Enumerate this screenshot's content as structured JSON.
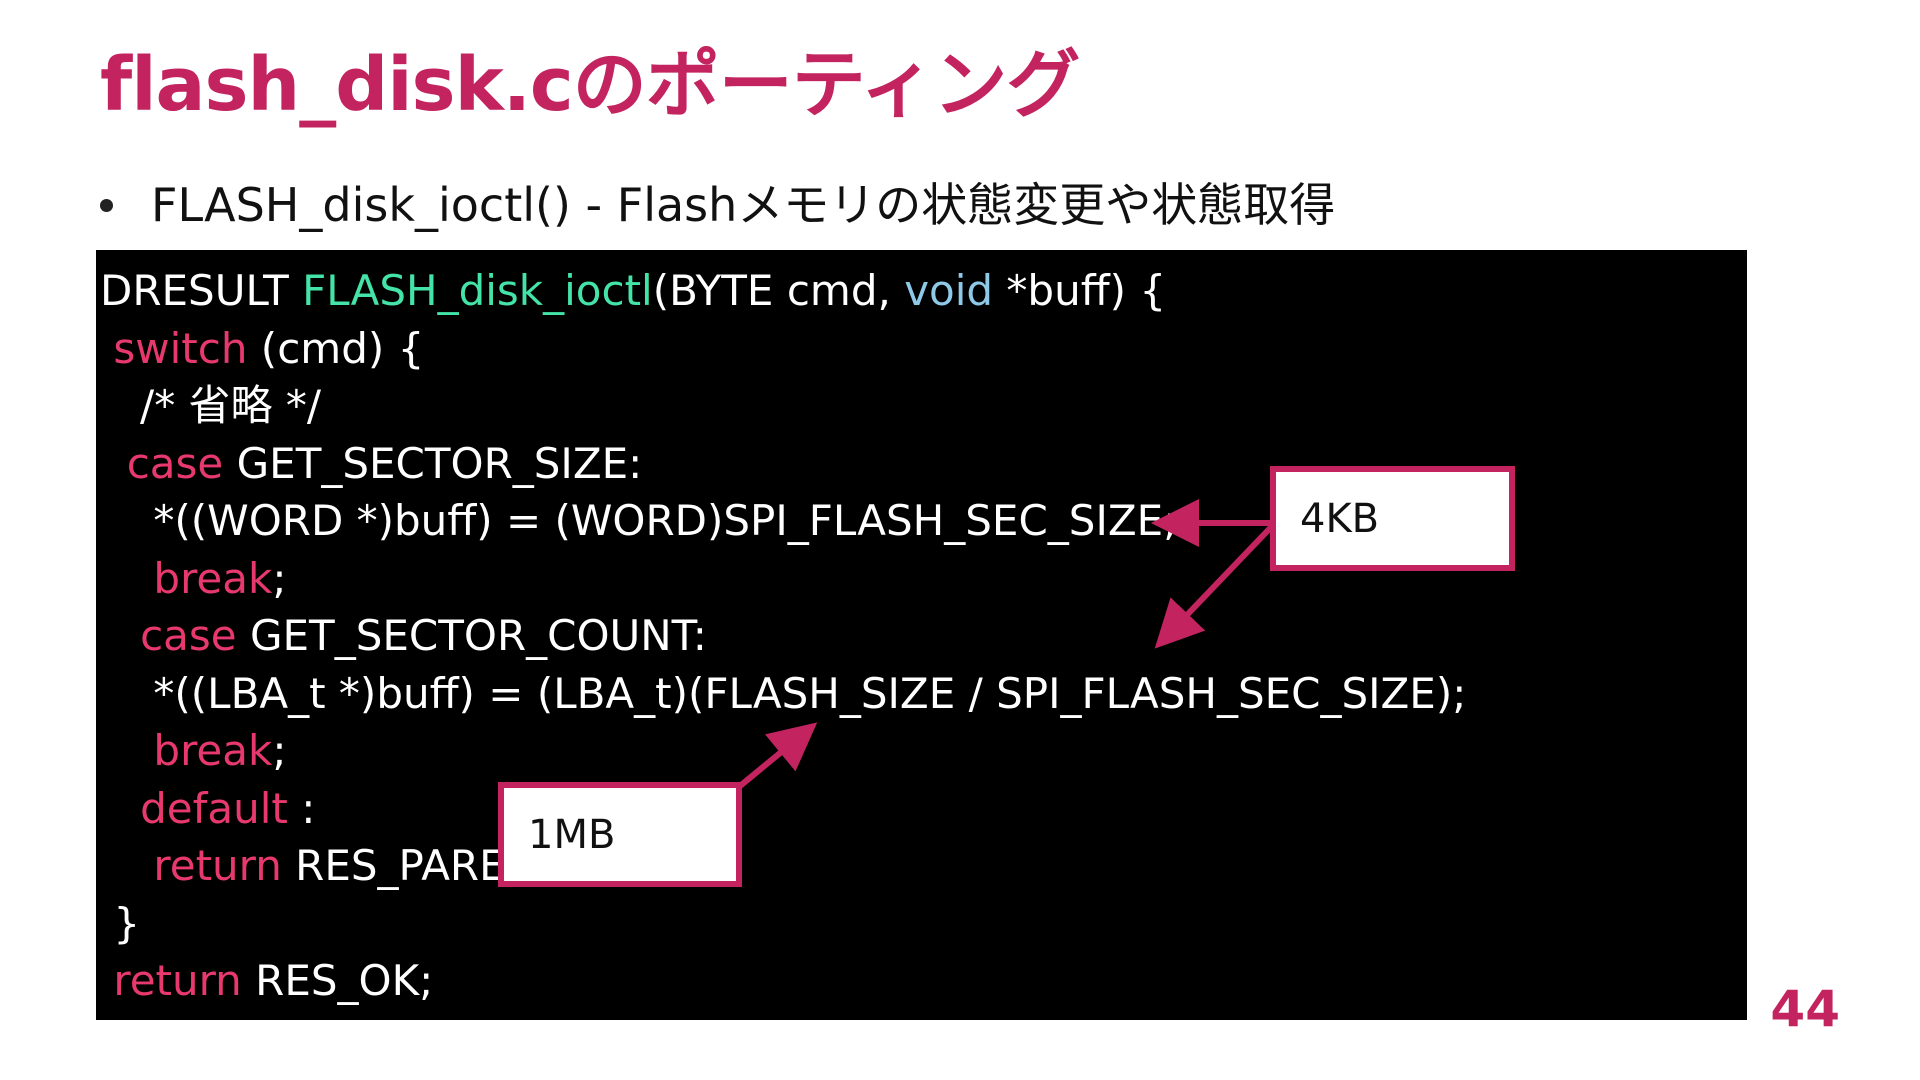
{
  "slide": {
    "title": "flash_disk.cのポーティング",
    "bullet": "FLASH_disk_ioctl() - Flashメモリの状態変更や状態取得",
    "page_number": "44",
    "accent_color": "#c3245f"
  },
  "code": {
    "lines": [
      [
        {
          "t": "DRESULT ",
          "c": "plain"
        },
        {
          "t": "FLASH_disk_ioctl",
          "c": "fn"
        },
        {
          "t": "(BYTE cmd, ",
          "c": "plain"
        },
        {
          "t": "void",
          "c": "type"
        },
        {
          "t": " *buff) {",
          "c": "plain"
        }
      ],
      [
        {
          "t": " ",
          "c": "plain"
        },
        {
          "t": "switch",
          "c": "kw"
        },
        {
          "t": " (cmd) {",
          "c": "plain"
        }
      ],
      [
        {
          "t": "   /* 省略 */",
          "c": "plain"
        }
      ],
      [
        {
          "t": "  ",
          "c": "plain"
        },
        {
          "t": "case",
          "c": "kw"
        },
        {
          "t": " GET_SECTOR_SIZE:",
          "c": "plain"
        }
      ],
      [
        {
          "t": "    *((WORD *)buff) = (WORD)SPI_FLASH_SEC_SIZE;",
          "c": "plain"
        }
      ],
      [
        {
          "t": "    ",
          "c": "plain"
        },
        {
          "t": "break",
          "c": "kw"
        },
        {
          "t": ";",
          "c": "plain"
        }
      ],
      [
        {
          "t": "   ",
          "c": "plain"
        },
        {
          "t": "case",
          "c": "kw"
        },
        {
          "t": " GET_SECTOR_COUNT:",
          "c": "plain"
        }
      ],
      [
        {
          "t": "    *((LBA_t *)buff) = (LBA_t)(FLASH_SIZE / SPI_FLASH_SEC_SIZE);",
          "c": "plain"
        }
      ],
      [
        {
          "t": "    ",
          "c": "plain"
        },
        {
          "t": "break",
          "c": "kw"
        },
        {
          "t": ";",
          "c": "plain"
        }
      ],
      [
        {
          "t": "   ",
          "c": "plain"
        },
        {
          "t": "default",
          "c": "kw"
        },
        {
          "t": " :",
          "c": "plain"
        }
      ],
      [
        {
          "t": "    ",
          "c": "plain"
        },
        {
          "t": "return",
          "c": "kw"
        },
        {
          "t": " RES_PARERR;",
          "c": "plain"
        }
      ],
      [
        {
          "t": " }",
          "c": "plain"
        }
      ],
      [
        {
          "t": " ",
          "c": "plain"
        },
        {
          "t": "return",
          "c": "kw"
        },
        {
          "t": " RES_OK;",
          "c": "plain"
        }
      ]
    ]
  },
  "callouts": {
    "sector_size": "4KB",
    "flash_size": "1MB"
  }
}
